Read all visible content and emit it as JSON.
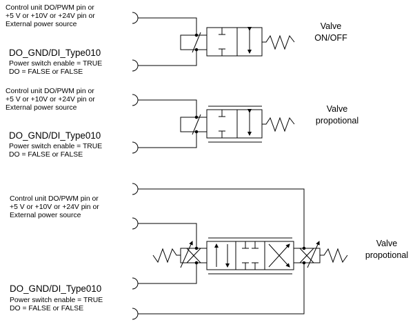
{
  "circuits": [
    {
      "source": [
        "Control unit  DO/PWM pin or",
        "+5 V or +10V or +24V pin or",
        "External power source"
      ],
      "gnd_title": "DO_GND/DI_Type010",
      "gnd_lines": [
        "Power switch enable = TRUE",
        "DO = FALSE or FALSE"
      ],
      "valve": [
        "Valve",
        "ON/OFF"
      ]
    },
    {
      "source": [
        "Control unit  DO/PWM pin or",
        "+5 V or +10V or +24V pin or",
        "External power source"
      ],
      "gnd_title": "DO_GND/DI_Type010",
      "gnd_lines": [
        "Power switch enable = TRUE",
        "DO = FALSE or FALSE"
      ],
      "valve": [
        "Valve",
        "propotional"
      ]
    },
    {
      "source": [
        "Control unit  DO/PWM pin or",
        "+5 V or +10V or +24V pin or",
        "External power source"
      ],
      "gnd_title": "DO_GND/DI_Type010",
      "gnd_lines": [
        "Power switch enable = TRUE",
        "DO = FALSE or FALSE"
      ],
      "valve": [
        "Valve",
        "propotional"
      ]
    }
  ]
}
